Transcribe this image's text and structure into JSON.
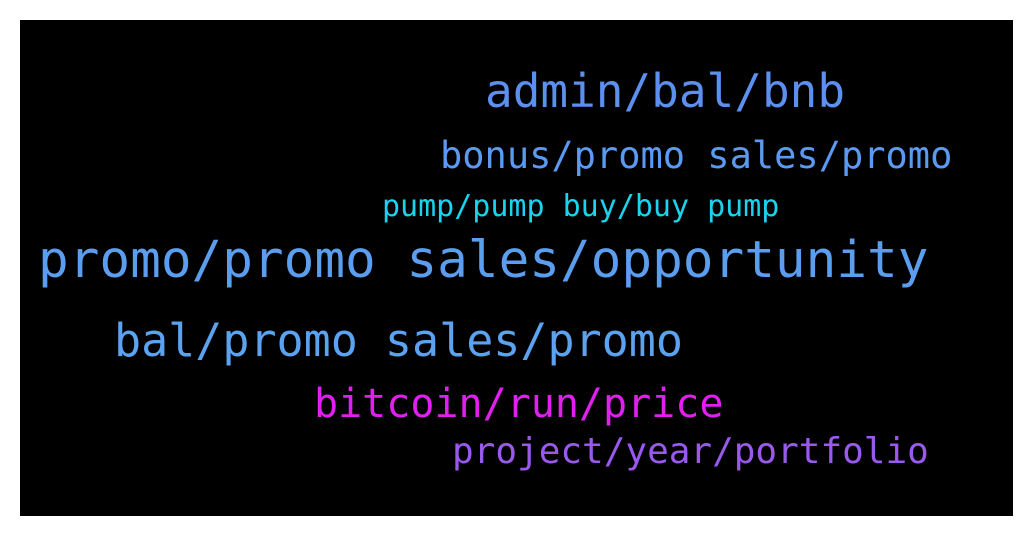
{
  "cloud": {
    "terms": [
      {
        "text": "admin/bal/bnb",
        "color": "#5b8ff0"
      },
      {
        "text": "bonus/promo sales/promo",
        "color": "#5b9af2"
      },
      {
        "text": "pump/pump buy/buy pump",
        "color": "#1ad4ee"
      },
      {
        "text": "promo/promo sales/opportunity",
        "color": "#5b9ef0"
      },
      {
        "text": "bal/promo sales/promo",
        "color": "#5ba2f0"
      },
      {
        "text": "bitcoin/run/price",
        "color": "#e01ff0"
      },
      {
        "text": "project/year/portfolio",
        "color": "#9a59ee"
      }
    ]
  }
}
